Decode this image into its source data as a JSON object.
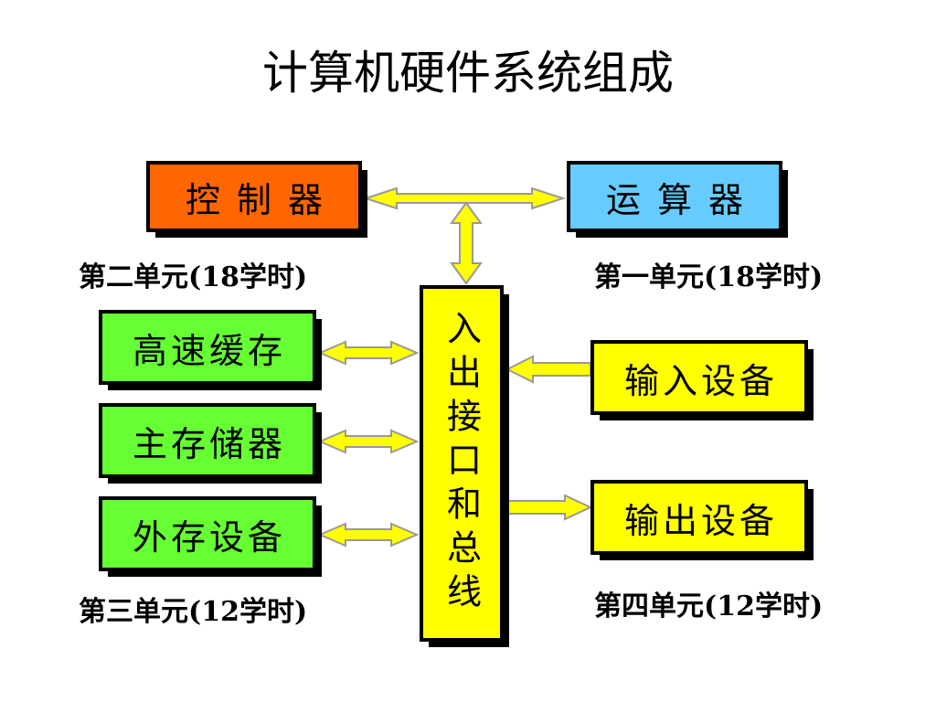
{
  "title": "计算机硬件系统组成",
  "boxes": {
    "controller": "控制器",
    "alu": "运算器",
    "cache": "高速缓存",
    "main_memory": "主存储器",
    "external_storage": "外存设备",
    "input_device": "输入设备",
    "output_device": "输出设备",
    "io_bus": "入出接口和总线"
  },
  "units": {
    "unit1": "第一单元(18学时)",
    "unit2": "第二单元(18学时)",
    "unit3": "第三单元(12学时)",
    "unit4": "第四单元(12学时)"
  },
  "colors": {
    "controller": "#ff6600",
    "alu": "#66ccff",
    "memory": "#66ff33",
    "io": "#ffff00",
    "arrow_fill": "#ffff00",
    "arrow_stroke": "#999999"
  }
}
